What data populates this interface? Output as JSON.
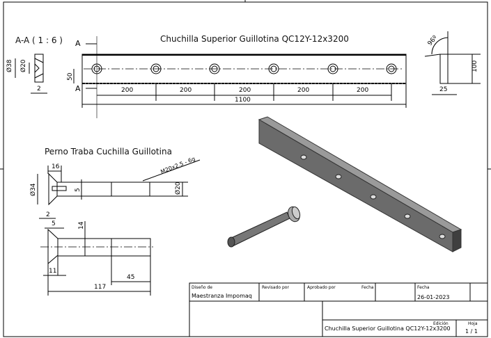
{
  "blade_view": {
    "title": "Chuchilla Superior Guillotina QC12Y-12x3200",
    "section_mark": "A",
    "dims": {
      "spacing": [
        "200",
        "200",
        "200",
        "200",
        "200"
      ],
      "overall": "1100",
      "hole_offset": "50"
    }
  },
  "section_view": {
    "label": "A-A ( 1 : 6 )",
    "dims": {
      "outer_dia": "Ø38",
      "inner_dia": "Ø20",
      "depth": "2"
    }
  },
  "side_view": {
    "dims": {
      "angle": "96º",
      "height": "100",
      "thickness": "25"
    }
  },
  "bolt_view": {
    "title": "Perno Traba Cuchilla Guillotina",
    "thread_note": "M20x2.5 - 6g",
    "dims": {
      "head_len": "16",
      "head_dia": "Ø34",
      "slot": "5",
      "shank_dia": "Ø20",
      "d2": "2",
      "d5": "5",
      "d14": "14",
      "d11": "11",
      "thread_len": "45",
      "total_len": "117"
    }
  },
  "title_block": {
    "designed_by_label": "Diseño de",
    "designed_by": "Maestranza Impomaq",
    "reviewed_label": "Revisado por",
    "approved_label": "Aprobado por",
    "date_label_1": "Fecha",
    "date_label_2": "Fecha",
    "date": "26-01-2023",
    "drawing_title": "Chuchilla Superior Guillotina QC12Y-12x3200",
    "edition_label": "Edición",
    "sheet_label": "Hoja",
    "sheet": "1 / 1"
  }
}
